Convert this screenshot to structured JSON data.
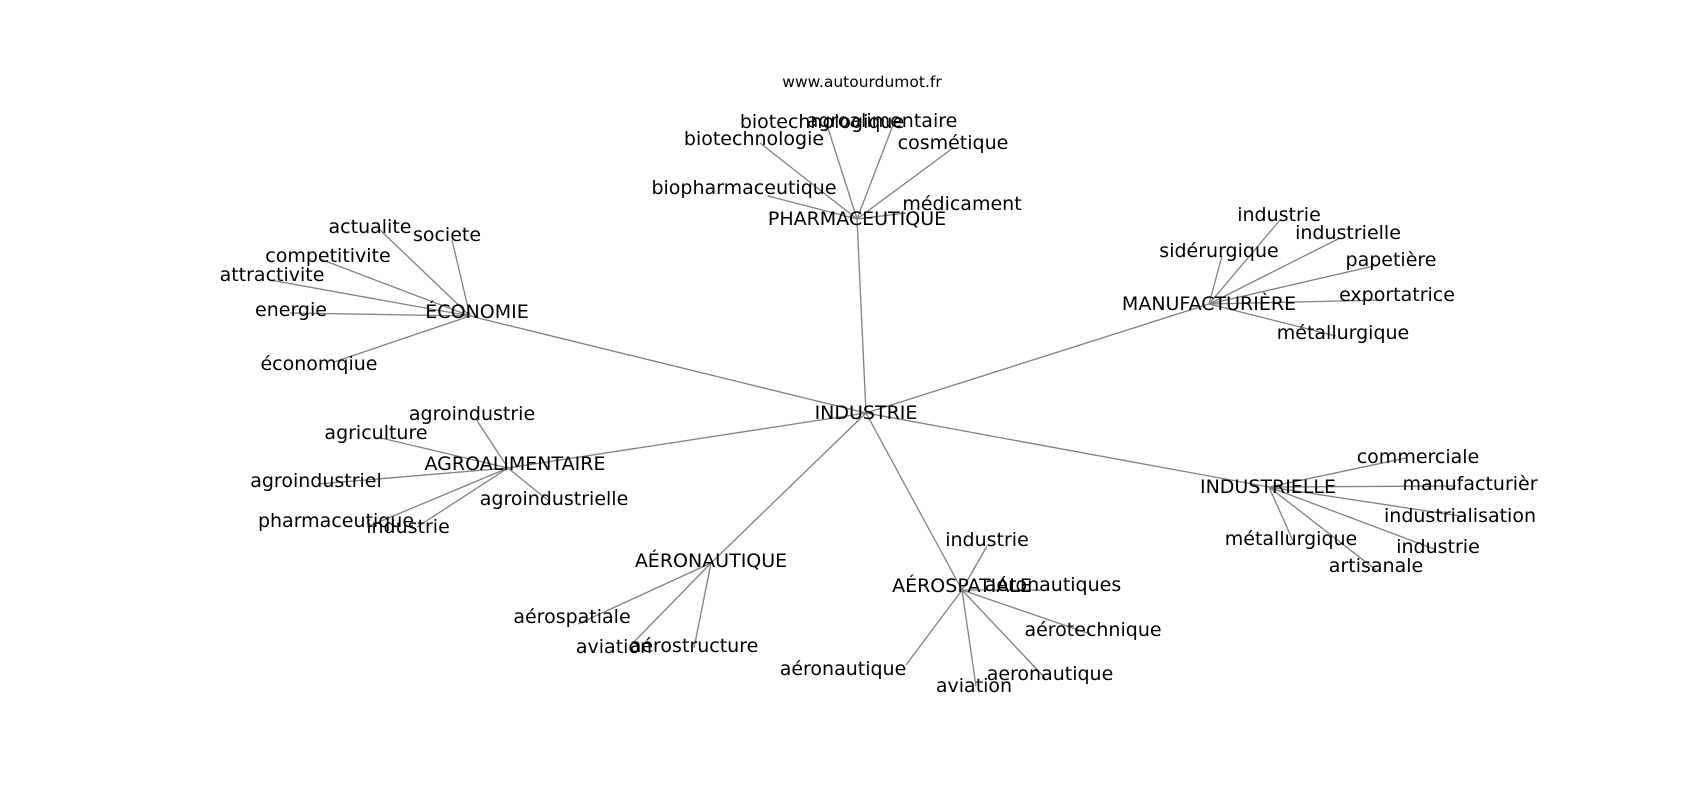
{
  "watermark": "www.autourdumot.fr",
  "root": "INDUSTRIE",
  "groups": [
    {
      "id": "pharma",
      "label": "PHARMACEUTIQUE",
      "leaves": [
        "biotechnologique",
        "agroalimentaire",
        "biotechnologie",
        "cosmétique",
        "biopharmaceutique",
        "médicament"
      ]
    },
    {
      "id": "economie",
      "label": "ÉCONOMIE",
      "leaves": [
        "actualite",
        "societe",
        "competitivite",
        "attractivite",
        "energie",
        "économqiue"
      ]
    },
    {
      "id": "manuf",
      "label": "MANUFACTURIÈRE",
      "leaves": [
        "industrie",
        "industrielle",
        "sidérurgique",
        "papetière",
        "exportatrice",
        "métallurgique"
      ]
    },
    {
      "id": "agro",
      "label": "AGROALIMENTAIRE",
      "leaves": [
        "agroindustrie",
        "agriculture",
        "agroindustriel",
        "agroindustrielle",
        "pharmaceutique",
        "industrie"
      ]
    },
    {
      "id": "indus",
      "label": "INDUSTRIELLE",
      "leaves": [
        "commerciale",
        "manufacturièr",
        "industrialisation",
        "métallurgique",
        "industrie",
        "artisanale"
      ]
    },
    {
      "id": "aero",
      "label": "AÉRONAUTIQUE",
      "leaves": [
        "aérospatiale",
        "aviation",
        "aérostructure"
      ]
    },
    {
      "id": "aerosp",
      "label": "AÉROSPATIALE",
      "leaves": [
        "industrie",
        "aéronautiques",
        "aérotechnique",
        "aéronautique",
        "aeronautique",
        "aviation"
      ]
    }
  ],
  "colors": {
    "edge": "#808080",
    "text": "#000000",
    "background": "#ffffff"
  }
}
